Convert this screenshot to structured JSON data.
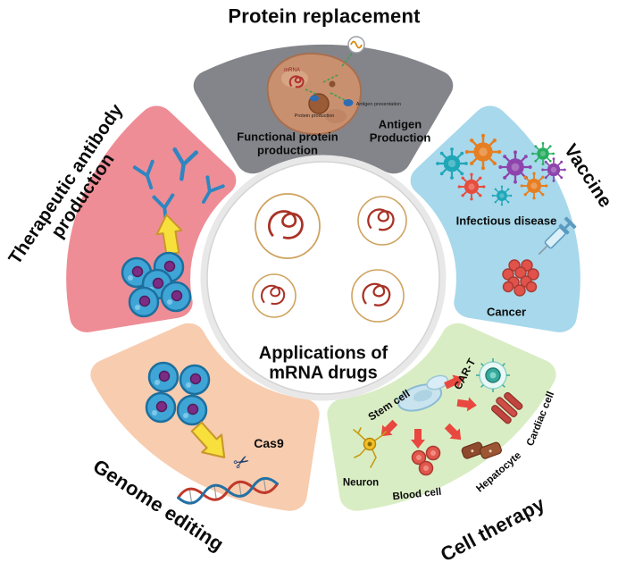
{
  "title": {
    "line1": "Applications of",
    "line2": "mRNA drugs"
  },
  "colors": {
    "protein_replacement": "#84858a",
    "vaccine": "#a7d8eb",
    "cell_therapy": "#d9edc4",
    "genome_editing": "#f8ccaf",
    "antibody": "#ee8d96"
  },
  "petals": {
    "protein_replacement": {
      "label": "Protein replacement",
      "caption_functional_line1": "Functional protein",
      "caption_functional_line2": "production",
      "caption_antigen_line1": "Antigen",
      "caption_antigen_line2": "Production",
      "micro_mrna": "mRNA",
      "micro_protein_production": "Protein production",
      "micro_antigen_presentation": "Antigen presentation"
    },
    "vaccine": {
      "label": "Vaccine",
      "caption_infectious": "Infectious disease",
      "caption_cancer": "Cancer"
    },
    "cell_therapy": {
      "label": "Cell therapy",
      "caption_stem": "Stem cell",
      "caption_cart": "CAR-T",
      "caption_cardiac": "Cardiac cell",
      "caption_hepatocyte": "Hepatocyte",
      "caption_blood": "Blood cell",
      "caption_neuron": "Neuron"
    },
    "genome_editing": {
      "label": "Genome editing",
      "caption_cas9": "Cas9"
    },
    "antibody": {
      "label_line1": "Therapeutic antibody",
      "label_line2": "production"
    }
  },
  "icons": {
    "scissors": "✂"
  }
}
